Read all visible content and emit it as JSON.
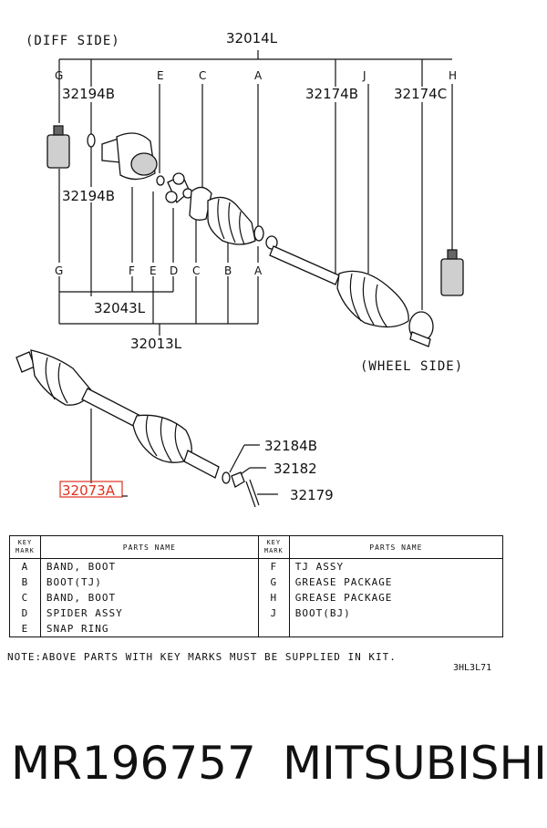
{
  "diagram": {
    "diff_side": "(DIFF SIDE)",
    "wheel_side": "(WHEEL SIDE)",
    "parts": {
      "p32014L": "32014L",
      "p32194B_top": "32194B",
      "p32194B_mid": "32194B",
      "p32174B": "32174B",
      "p32174C": "32174C",
      "p32043L": "32043L",
      "p32013L": "32013L",
      "p32184B": "32184B",
      "p32182": "32182",
      "p32179": "32179",
      "p32073A": "32073A"
    },
    "keys_top": {
      "g": "G",
      "e": "E",
      "c": "C",
      "a": "A",
      "j": "J",
      "h": "H"
    },
    "keys_bottom": {
      "g": "G",
      "f": "F",
      "e": "E",
      "d": "D",
      "c": "C",
      "b": "B",
      "a": "A"
    },
    "highlight_color": "#e0301e"
  },
  "legend": {
    "header_key": "KEY MARK",
    "header_key_line1": "KEY",
    "header_key_line2": "MARK",
    "header_name": "PARTS NAME",
    "left": [
      {
        "key": "A",
        "name": "BAND, BOOT"
      },
      {
        "key": "B",
        "name": "BOOT(TJ)"
      },
      {
        "key": "C",
        "name": "BAND, BOOT"
      },
      {
        "key": "D",
        "name": "SPIDER ASSY"
      },
      {
        "key": "E",
        "name": "SNAP RING"
      }
    ],
    "right": [
      {
        "key": "F",
        "name": "TJ ASSY"
      },
      {
        "key": "G",
        "name": "GREASE PACKAGE"
      },
      {
        "key": "H",
        "name": "GREASE PACKAGE"
      },
      {
        "key": "J",
        "name": "BOOT(BJ)"
      },
      {
        "key": "",
        "name": ""
      }
    ]
  },
  "note": "NOTE:ABOVE PARTS WITH KEY MARKS MUST BE SUPPLIED IN KIT.",
  "drawing_code": "3HL3L71",
  "part_number": "MR196757",
  "brand": "MITSUBISHI"
}
